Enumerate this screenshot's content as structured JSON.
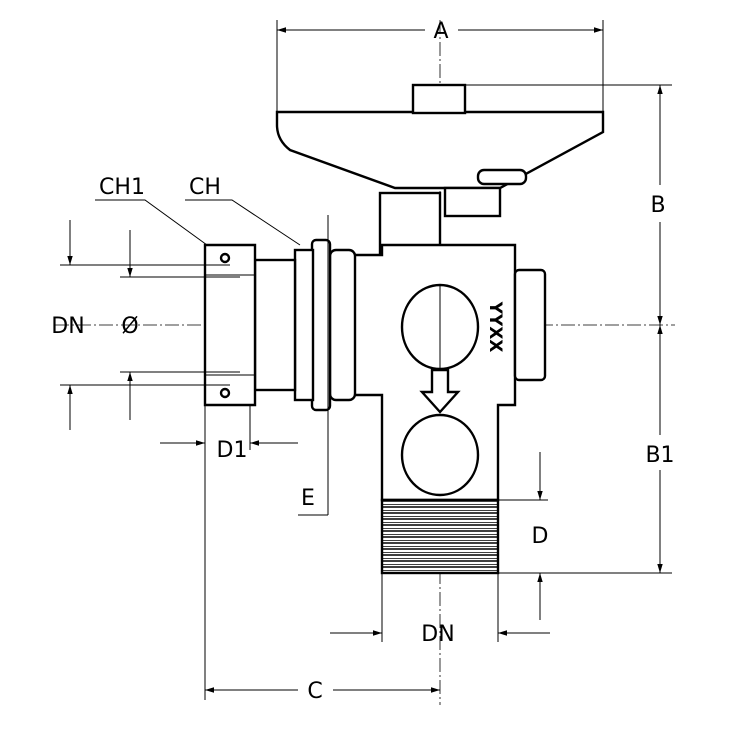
{
  "dimensions": {
    "A": "A",
    "B": "B",
    "B1": "B1",
    "CH1": "CH1",
    "CH": "CH",
    "DN_left": "DN",
    "diameter": "Ø",
    "D1": "D1",
    "E": "E",
    "D": "D",
    "DN_bottom": "DN",
    "C": "C"
  },
  "body_marking": "YYXX",
  "colors": {
    "line": "#000000",
    "background": "#ffffff"
  }
}
